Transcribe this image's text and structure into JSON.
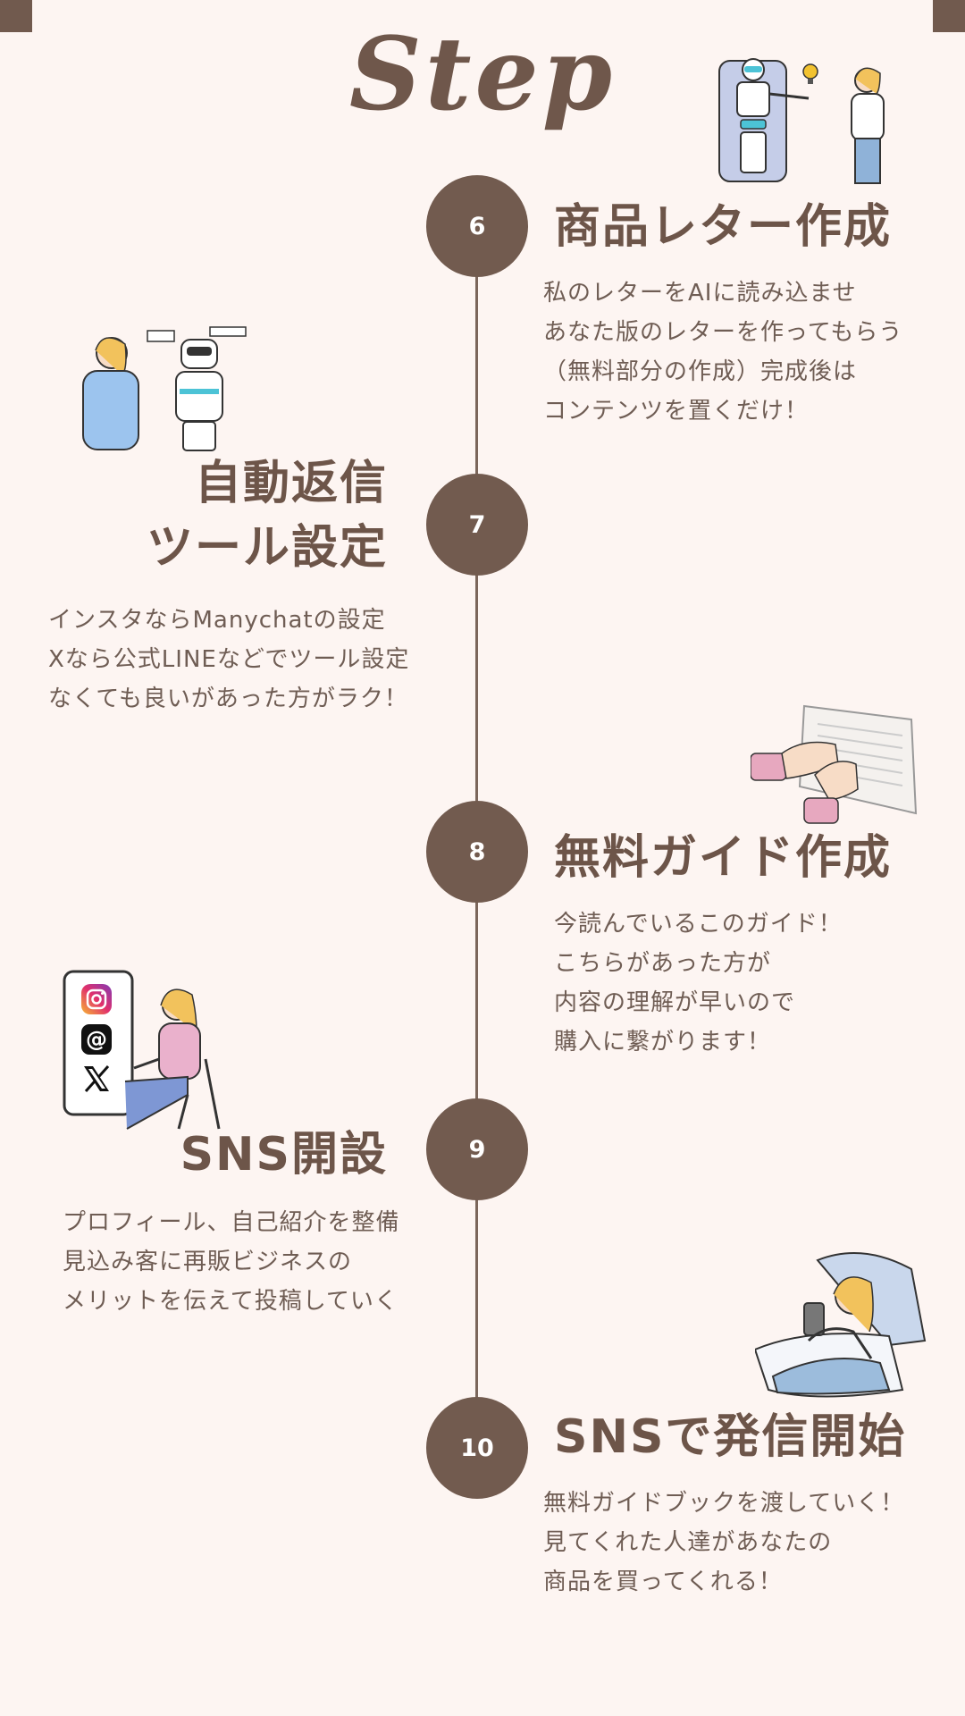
{
  "header": {
    "title": "Step"
  },
  "steps": [
    {
      "number": "6",
      "title": "商品レター作成",
      "lines": [
        "私のレターをAIに読み込ませ",
        "あなた版のレターを作ってもらう",
        "（無料部分の作成）完成後は",
        "コンテンツを置くだけ！"
      ]
    },
    {
      "number": "7",
      "title_lines": [
        "自動返信",
        "ツール設定"
      ],
      "lines": [
        "インスタならManychatの設定",
        "Xなら公式LINEなどでツール設定",
        "なくても良いがあった方がラク！"
      ]
    },
    {
      "number": "8",
      "title": "無料ガイド作成",
      "lines": [
        "今読んでいるこのガイド！",
        "こちらがあった方が",
        "内容の理解が早いので",
        "購入に繋がります！"
      ]
    },
    {
      "number": "9",
      "title": "SNS開設",
      "lines": [
        "プロフィール、自己紹介を整備",
        "見込み客に再販ビジネスの",
        "メリットを伝えて投稿していく"
      ]
    },
    {
      "number": "10",
      "title": "SNSで発信開始",
      "lines": [
        "無料ガイドブックを渡していく！",
        "見てくれた人達があなたの",
        "商品を買ってくれる！"
      ]
    }
  ],
  "colors": {
    "background": "#fdf5f2",
    "accent": "#725b4f",
    "text": "#6f5d54"
  },
  "icons": [
    "robot-woman-illustration",
    "thinking-woman-robot-illustration",
    "hands-reading-book-illustration",
    "woman-phone-sns-illustration",
    "woman-in-bed-phone-illustration",
    "instagram-icon",
    "threads-icon",
    "x-icon"
  ]
}
